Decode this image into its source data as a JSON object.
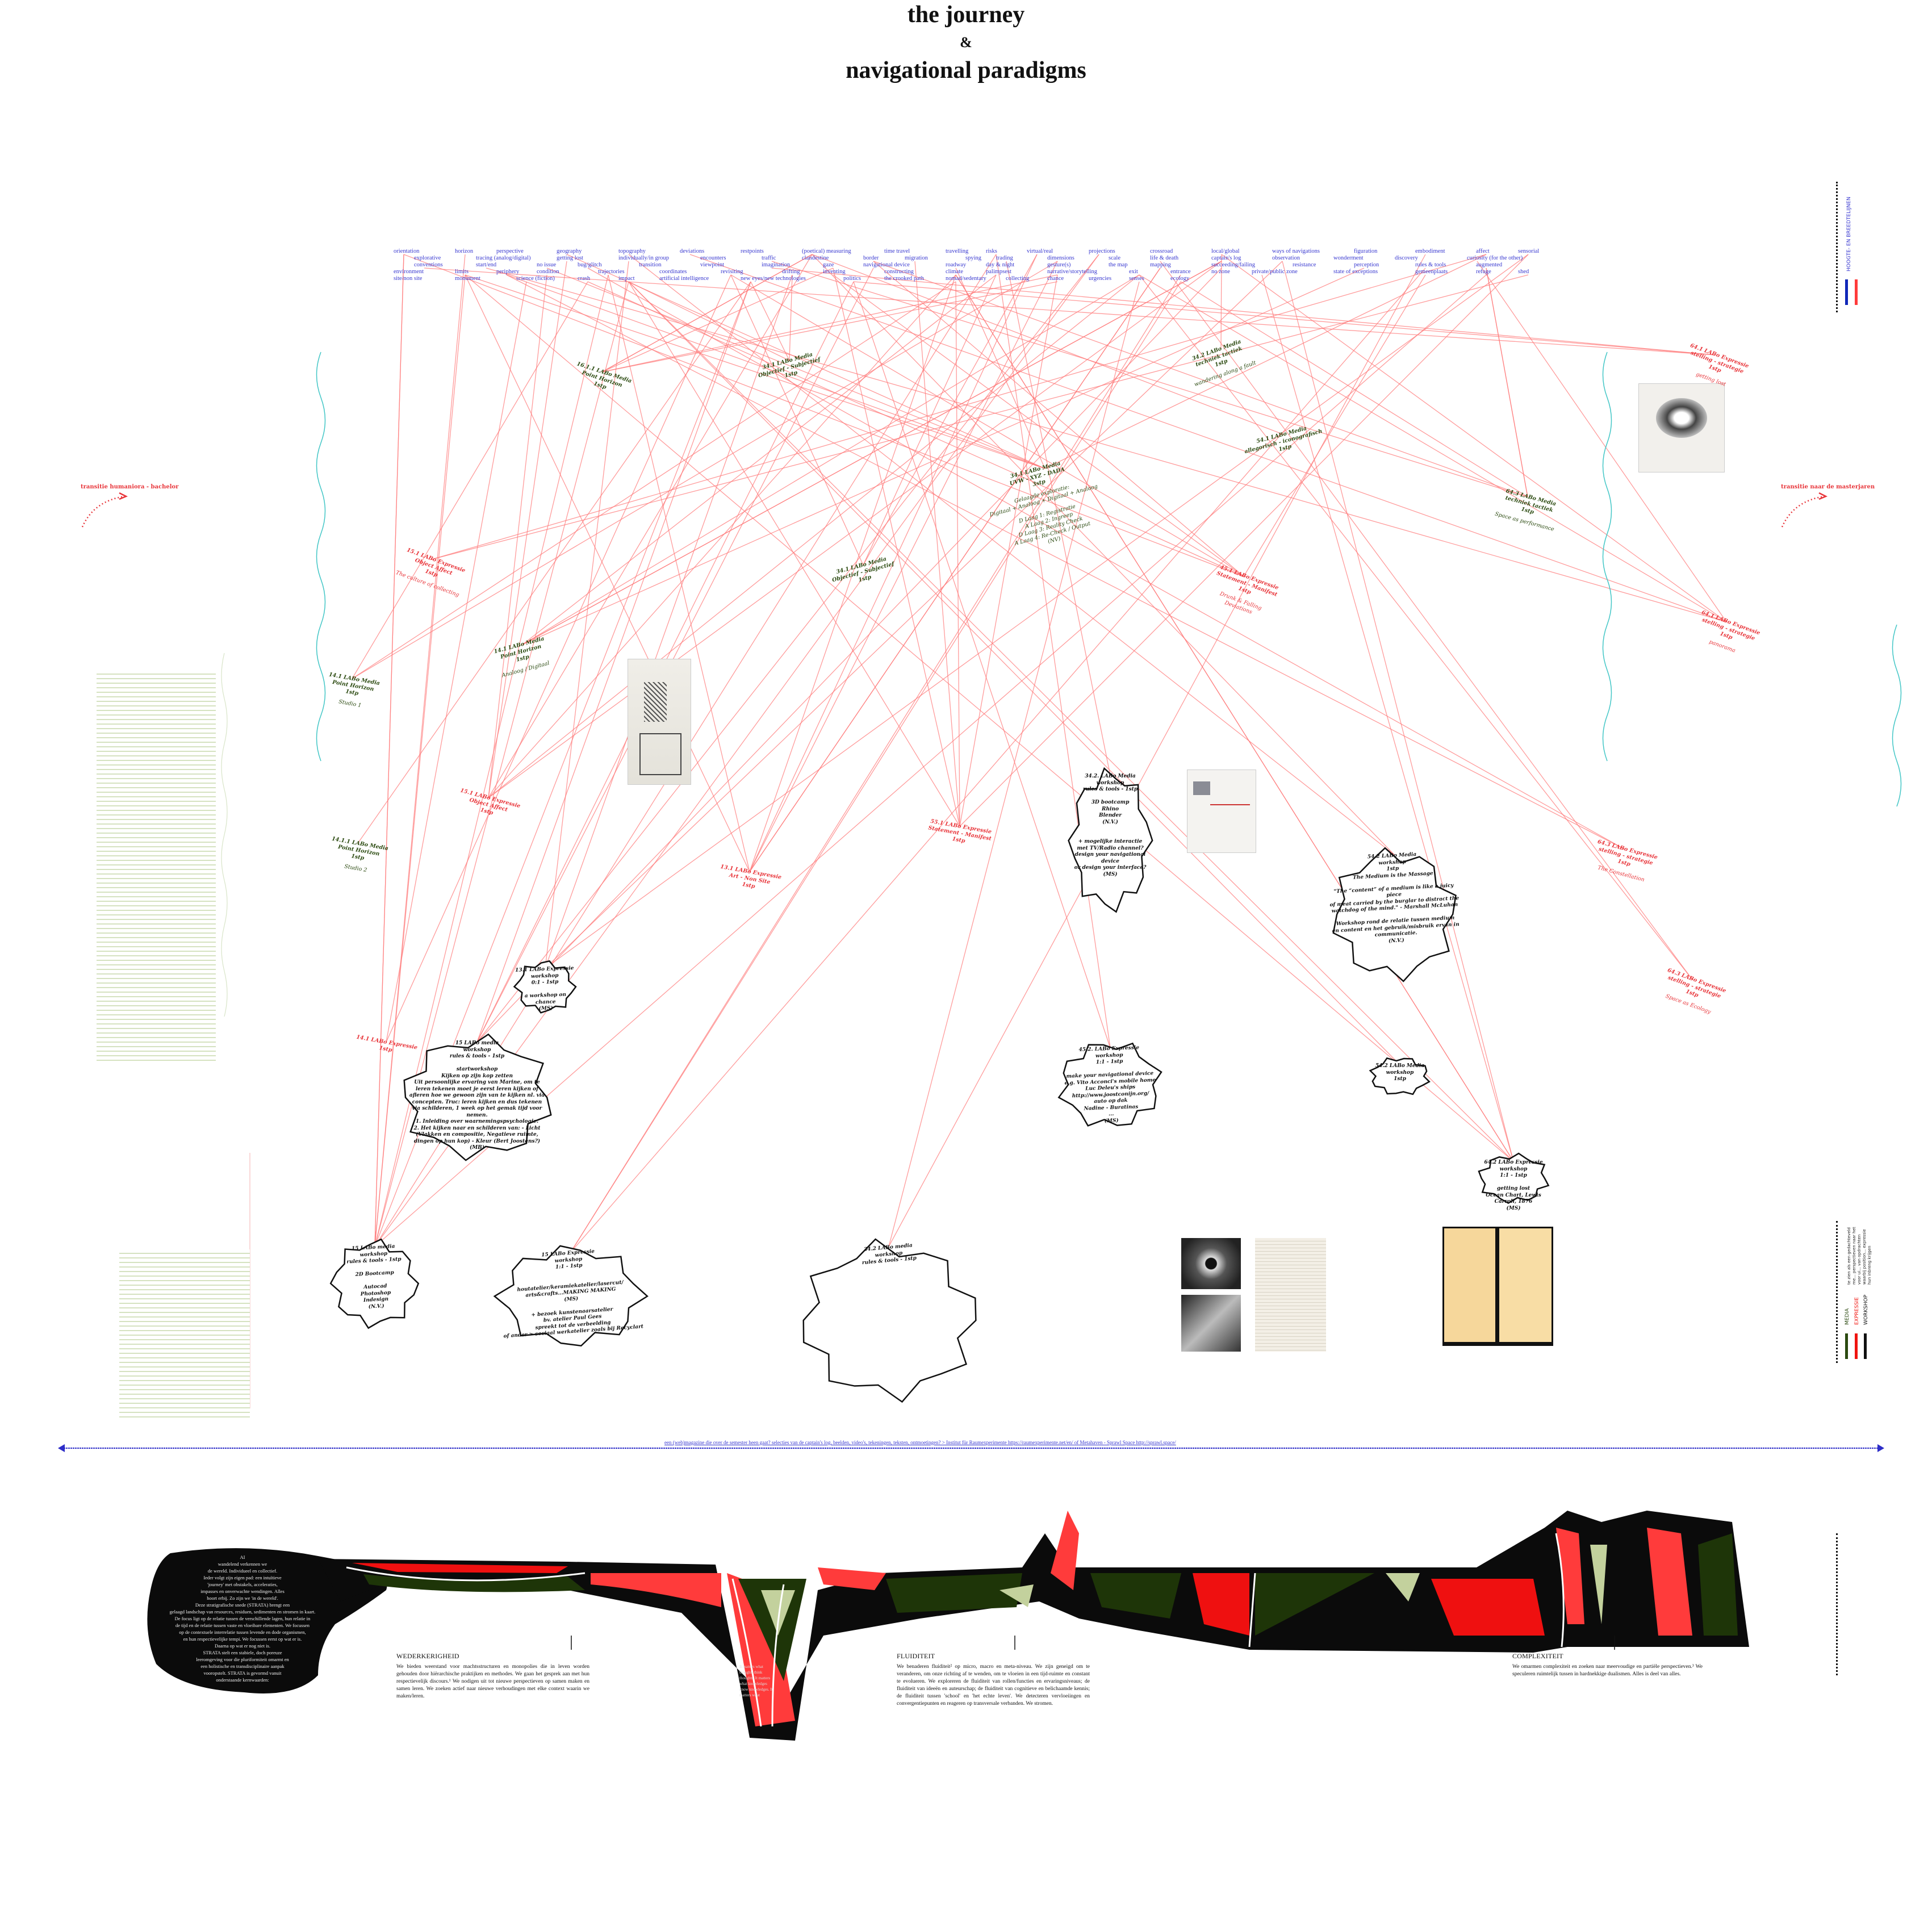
{
  "title": {
    "line1": "the journey",
    "ampersand": "&",
    "line2": "navigational paradigms"
  },
  "keywords": [
    [
      "orientation",
      0
    ],
    [
      "horizon",
      0
    ],
    [
      "perspective",
      0
    ],
    [
      "geography",
      0
    ],
    [
      "topography",
      0
    ],
    [
      "deviations",
      0
    ],
    [
      "restpoints",
      0
    ],
    [
      "(poetical) measuring",
      0
    ],
    [
      "time travel",
      0
    ],
    [
      "travelling",
      0
    ],
    [
      "risks",
      0
    ],
    [
      "virtual/real",
      0
    ],
    [
      "projections",
      0
    ],
    [
      "crossroad",
      0
    ],
    [
      "local/global",
      0
    ],
    [
      "ways of navigations",
      0
    ],
    [
      "figuration",
      0
    ],
    [
      "embodiment",
      0
    ],
    [
      "affect",
      0
    ],
    [
      "sensorial",
      0
    ],
    [
      "explorative",
      1
    ],
    [
      "tracing (analog/digital)",
      1
    ],
    [
      "getting lost",
      1
    ],
    [
      "individually/in group",
      1
    ],
    [
      "encounters",
      1
    ],
    [
      "traffic",
      1
    ],
    [
      "clandestine",
      1
    ],
    [
      "border",
      1
    ],
    [
      "migration",
      1
    ],
    [
      "spying",
      1
    ],
    [
      "trading",
      1
    ],
    [
      "dimensions",
      1
    ],
    [
      "scale",
      1
    ],
    [
      "life & death",
      1
    ],
    [
      "captain's log",
      1
    ],
    [
      "observation",
      1
    ],
    [
      "wonderment",
      1
    ],
    [
      "discovery",
      1
    ],
    [
      "curiosity (for the other)",
      1
    ],
    [
      "conventions",
      2
    ],
    [
      "start/end",
      2
    ],
    [
      "no issue",
      2
    ],
    [
      "bug/glitch",
      2
    ],
    [
      "transition",
      2
    ],
    [
      "viewpoint",
      2
    ],
    [
      "imagination",
      2
    ],
    [
      "gaze",
      2
    ],
    [
      "navigational device",
      2
    ],
    [
      "roadway",
      2
    ],
    [
      "day & night",
      2
    ],
    [
      "gesture(s)",
      2
    ],
    [
      "the map",
      2
    ],
    [
      "mapping",
      2
    ],
    [
      "succeeding/failing",
      2
    ],
    [
      "resistance",
      2
    ],
    [
      "perception",
      2
    ],
    [
      "rules & tools",
      2
    ],
    [
      "augmented",
      2
    ],
    [
      "environment",
      3
    ],
    [
      "limits",
      3
    ],
    [
      "periphery",
      3
    ],
    [
      "condition",
      3
    ],
    [
      "trajectories",
      3
    ],
    [
      "coordinates",
      3
    ],
    [
      "revisiting",
      3
    ],
    [
      "drifting",
      3
    ],
    [
      "inventing",
      3
    ],
    [
      "constructing",
      3
    ],
    [
      "climate",
      3
    ],
    [
      "palimpsest",
      3
    ],
    [
      "narrative/storytelling",
      3
    ],
    [
      "exit",
      3
    ],
    [
      "entrance",
      3
    ],
    [
      "no zone",
      3
    ],
    [
      "private/public zone",
      3
    ],
    [
      "state of exceptions",
      3
    ],
    [
      "gemeenplaats",
      3
    ],
    [
      "refuge",
      3
    ],
    [
      "shed",
      3
    ],
    [
      "site/non site",
      4
    ],
    [
      "monument",
      4
    ],
    [
      "science (fiction)",
      4
    ],
    [
      "crash",
      4
    ],
    [
      "impact",
      4
    ],
    [
      "artificial intelligence",
      4
    ],
    [
      "new eyes/new technologies",
      4
    ],
    [
      "politics",
      4
    ],
    [
      "the crooked path",
      4
    ],
    [
      "nomad/sedentary",
      4
    ],
    [
      "collecting",
      4
    ],
    [
      "chance",
      4
    ],
    [
      "urgencies",
      4
    ],
    [
      "senses",
      4
    ],
    [
      "ecology",
      4
    ]
  ],
  "transitions": {
    "left": "transitie humaniora - bachelor",
    "right": "transitie naar de masterjaren"
  },
  "nodes": [
    {
      "color": "green",
      "head": "16.1.1 LABo Media\nPoint Horizon\n1stp"
    },
    {
      "color": "green",
      "head": "34.1 LABo Media\nObjectief - Subjectief\n1stp"
    },
    {
      "color": "green",
      "head": "34.2 LABo Media\ntechniek tactiek\n1stp",
      "body": "wandering along a fault"
    },
    {
      "color": "green",
      "head": "54.1 LABo Media\nallegorisch - iconografisch\n1stp"
    },
    {
      "color": "green",
      "head": "34.1 LABo Media\nUVW - XYZ - DADA\n3stp",
      "body": "Gelaagde exploratie:\nDigitaal + Analoog + Digitaal + Analoog\n\nD    Laag 1: Registratie\nA    Laag 2: Ingreep\nD    Laag 3: Reality Check\nA    Laag 4: Re-Check / Output\n(NV)"
    },
    {
      "color": "red",
      "head": "64.1 LABo Expressie\nstelling - strategie\n1stp",
      "body": "getting lost"
    },
    {
      "color": "green",
      "head": "64.3 LABo Media\ntechniek tactiek\n1stp",
      "body": "Space as performance"
    },
    {
      "color": "red",
      "head": "45.1 LABo Expressie\nStatement - Manifest\n1stp",
      "body": "Drunk & Falling\nDeviations"
    },
    {
      "color": "red",
      "head": "64.1 LABo Expressie\nstelling - strategie\n1stp",
      "body": "panorama"
    },
    {
      "color": "red",
      "head": "15.1 LABo Expressie\nObject Affect\n1stp",
      "body": "The culture of collecting"
    },
    {
      "color": "green",
      "head": "14.1 LABo Media\nPoint Horizon\n1stp",
      "body": "Analoog / Digitaal"
    },
    {
      "color": "green",
      "head": "14.1 LABo Media\nPoint Horizon\n1stp",
      "body": "Studio 1"
    },
    {
      "color": "red",
      "head": "15.1 LABo Expressie\nObject Affect\n1stp"
    },
    {
      "color": "green",
      "head": "14.1.1 LABo Media\nPoint Horizon\n1stp",
      "body": "Studio 2"
    },
    {
      "color": "green",
      "head": "34.1 LABo Media\nObjectief - Subjectief\n1stp"
    },
    {
      "color": "red",
      "head": "13.1 LABo Expressie\nArt - Non Site\n1stp"
    },
    {
      "color": "red",
      "head": "55.1 LABo Expressie\nStatement - Manifest\n1stp"
    },
    {
      "color": "red",
      "head": "64.3 LABo Expressie\nstelling - strategie\n1stp",
      "body": "The Constellation"
    },
    {
      "color": "red",
      "head": "64.3 LABo Expressie\nstelling - strategie\n1stp",
      "body": "Space as Ecology"
    },
    {
      "color": "red",
      "head": "14.1 LABo Expressie\n1stp"
    }
  ],
  "workshops": [
    {
      "text": "15 LABo media\nworkshop\nrules & tools - 1stp\n\nstartworkshop\nKijken op zijn kop zetten\nUit persoonlijke ervaring van Marine, om te\nleren tekenen moet je eerst leren kijken of\nafleren hoe we gewoon zijn van te kijken nl. via\nconcepten. Truc: leren kijken en dus tekenen\nvia schilderen, 1 week op het gemak tijd voor\nnemen.\n1. Inleiding over waarnemingspsychologie.\n2. Het kijken naar en schilderen van: - Licht\n(Vlakken en compositie, Negatieve ruimte,\ndingen op hun kop) - Kleur (Bert Joostens?)\n(MB)"
    },
    {
      "text": "13.1 LABo Expressie\nworkshop\n0:1 - 1stp\n\na workshop on chance\n(MS)"
    },
    {
      "text": "34.2. LABo Media\nworkshop\nrules & tools - 1stp\n\n3D bootcamp\nRhino\nBlender\n(N.V.)\n\n\n+ mogelijke interactie\nmet TV/Radio channel?\ndesign your navigational device\nor design your interface?\n(MS)"
    },
    {
      "text": "54.2 LABo Media\nworkshop\n1stp\nThe Medium is the Massage\n\n\"The “content” of a medium is like a juicy piece\nof meat carried by the burglar to distract the\nwatchdog of the mind.\" - Marshall McLuhan\n\nWorkshop rond de relatie tussen medium\nen content en het gebruik/misbruik ervan in\ncommunicatie.\n(N.V.)"
    },
    {
      "text": "45.2. LABo Expressie\nworkshop\n1:1 - 1stp\n\nmake your navigational device\ne.g. Vito Acconci's mobile home\nLuc Deleu's ships\nhttp://www.joostconijn.org/\nauto op dak\nNadine - Buratinas\n...\n(MS)"
    },
    {
      "text": "54.2 LABo Media\nworkshop\n1stp"
    },
    {
      "text": "64.2 LABo Expressie\nworkshop\n1:1 - 1stp\n\ngetting lost\nOcean Chart, Lewis Carroll, 1876\n(MS)"
    },
    {
      "text": "15 LABo media\nworkshop\nrules & tools - 1stp\n\n2D Bootcamp\n\nAutocad\nPhotoshop\nIndesign\n(N.V.)"
    },
    {
      "text": "15 LABo Expressie\nworkshop\n1:1 - 1stp\n\n\nhoutatelier/keramiekatelier/lasercut/\narts&crafts...MAKING MAKING\n(MS)\n\n+ bezoek kunstenaarsatelier\nbv. atelier Paul Gees\nspreekt tot de verbeelding\nof ander > sociaal werkatelier zoals bij Recyclart"
    },
    {
      "text": "34.2 LABo media\nworkshop\nrules & tools - 1stp"
    }
  ],
  "magazine_line": "een (web)magazine die over de semester heen gaat? selecties van de captain's log, beelden, video's, tekeningen, teksten, ontmoetingen? > Institut für Raumexperimente https://raumexperimente.net/en/ of Metahaven - Sprawl Space http://sprawl.space/",
  "intro": "AI\nwandelend verkennen we\nde wereld. Individueel en collectief.\nIeder volgt zijn eigen pad: een intuïtieve\n'journey' met obstakels, acceleraties,\nimpasses en onverwachte wendingen. Alles\nhoort erbij. Zo zijn we 'in de wereld'.\nDeze stratigrafische snede (STRATA) brengt een\ngelaagd landschap van resources, residuen, sedimenten en stromen in kaart.\nDe focus ligt op de relatie tussen de verschillende lagen, hun relatie in\nde tijd en de relatie tussen vaste en vloeibare elementen. We focussen\nop de contextuele interrelatie tussen levende en dode organismen,\nen hun respectievelijke tempi. We focussen eerst op wat er is.\nDaarna op wat er nog niet is.\nSTRATA stelt een stabiele, doch poreuze\nleeromgeving voor die pluriformiteit omarmt en\neen holistische en transdisciplinaire aanpak\nvooropstelt. STRATA is gevormd vanuit\nonderstaande kernwaarden:",
  "values": [
    {
      "title": "WEDERKERIGHEID",
      "text": "We bieden weerstand voor machtsstructuren en monopolies die in leven worden gehouden door hiërarchische praktijken en methodes. We gaan het gesprek aan met hun respectievelijk discours.¹ We nodigen uit tot nieuwe perspectieven op samen maken en samen leren. We zoeken actief naar nieuwe verhoudingen met elke context waarin we maken/leren."
    },
    {
      "title": "FLUIDITEIT",
      "text": "We benaderen fluiditeit² op micro, macro en meta-niveau. We zijn geneigd om te veranderen, om onze richting af te wenden, om te vloeien in een tijd-ruimte en constant te evolueren. We exploreren de fluiditeit van rollen/functies en ervaringsniveaus; de fluiditeit van ideeën en auteurschap; de fluiditeit van cognitieve en belichaamde kennis; de fluiditeit tussen 'school' en 'het echte leven'. We detecteren vervloeiingen en convergentiepunten en reageren op transversale verbanden. We stromen."
    },
    {
      "title": "COMPLEXITEIT",
      "text": "We omarmen complexiteit en zoeken naar meervoudige en partiële perspectieven.³ We speculeren ruimtelijk tussen in hardnekkige dualismen. Alles is deel van alles."
    }
  ],
  "strata_quote": "It matters what thoughts think thoughts. It matters what knowledges know knowledges. It matters what",
  "sidebar": {
    "top_label": "HOOGTE- EN BREEDTELIJNEN",
    "legend": [
      {
        "label": "MEDIA",
        "color": "#2b4a10"
      },
      {
        "label": "EXPRESSIE",
        "color": "#f0140f"
      },
      {
        "label": "WORKSHOP",
        "color": "#111111"
      }
    ],
    "legend_note": "te zien als een gedachteveld me... perspectieven naar het voor ui... van opdrachten waarbij position... expressie hun inbreng krijgen"
  },
  "colors": {
    "keyword": "#3838d0",
    "link": "#ff7a7a",
    "media": "#2b4a10",
    "expressie": "#e8353a",
    "workshop": "#111111",
    "strata_red": "#ff3b3b",
    "strata_green": "#1e3508",
    "strata_sage": "#c3d19d"
  }
}
